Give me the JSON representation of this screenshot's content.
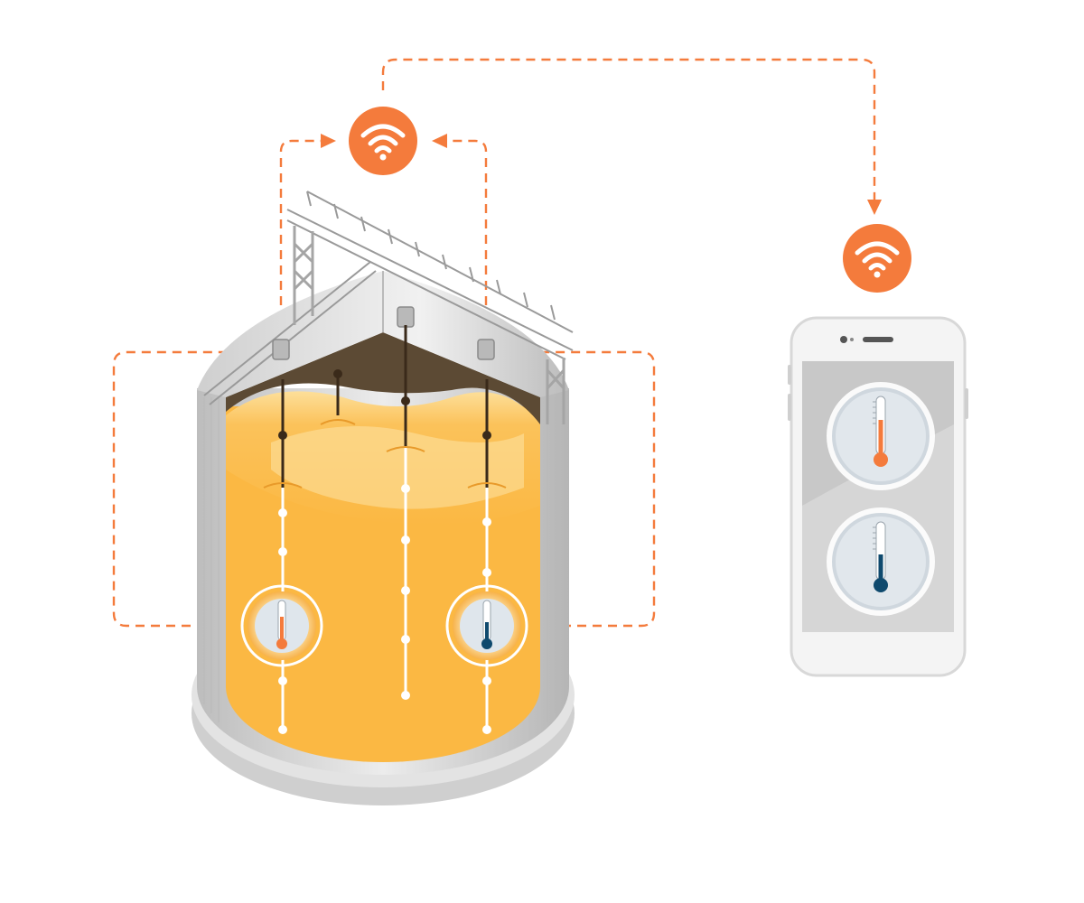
{
  "colors": {
    "accent": "#f47b3c",
    "grain": "#fbb843",
    "grain_light": "#fde3a6",
    "steel": "#d4d4d4",
    "steel_dark": "#a9a9a9",
    "cable_dark": "#3a2a1a",
    "warm_indicator": "#f47b3c",
    "cold_indicator": "#0f4a6e",
    "phone_screen": "#c8c8c8"
  },
  "icons": {
    "wifi": "wifi-icon",
    "thermometer": "thermometer-icon"
  },
  "diagram": {
    "nodes": [
      {
        "id": "wifi-hub",
        "kind": "wifi",
        "icon": "wifi-icon"
      },
      {
        "id": "wifi-phone",
        "kind": "wifi",
        "icon": "wifi-icon"
      },
      {
        "id": "silo",
        "kind": "grain-silo"
      },
      {
        "id": "sensor-left",
        "kind": "temperature-sensor",
        "reading": "warm",
        "icon": "thermometer-icon"
      },
      {
        "id": "sensor-right",
        "kind": "temperature-sensor",
        "reading": "cold",
        "icon": "thermometer-icon"
      },
      {
        "id": "smartphone",
        "kind": "mobile-device"
      },
      {
        "id": "phone-reading-warm",
        "kind": "temperature-display",
        "reading": "warm",
        "icon": "thermometer-icon"
      },
      {
        "id": "phone-reading-cold",
        "kind": "temperature-display",
        "reading": "cold",
        "icon": "thermometer-icon"
      }
    ],
    "edges": [
      {
        "from": "sensor-left",
        "to": "silo",
        "style": "dashed"
      },
      {
        "from": "sensor-right",
        "to": "silo",
        "style": "dashed"
      },
      {
        "from": "silo",
        "to": "wifi-hub",
        "style": "dashed"
      },
      {
        "from": "wifi-hub",
        "to": "wifi-phone",
        "style": "dashed"
      },
      {
        "from": "wifi-phone",
        "to": "smartphone",
        "style": "wireless"
      }
    ]
  }
}
